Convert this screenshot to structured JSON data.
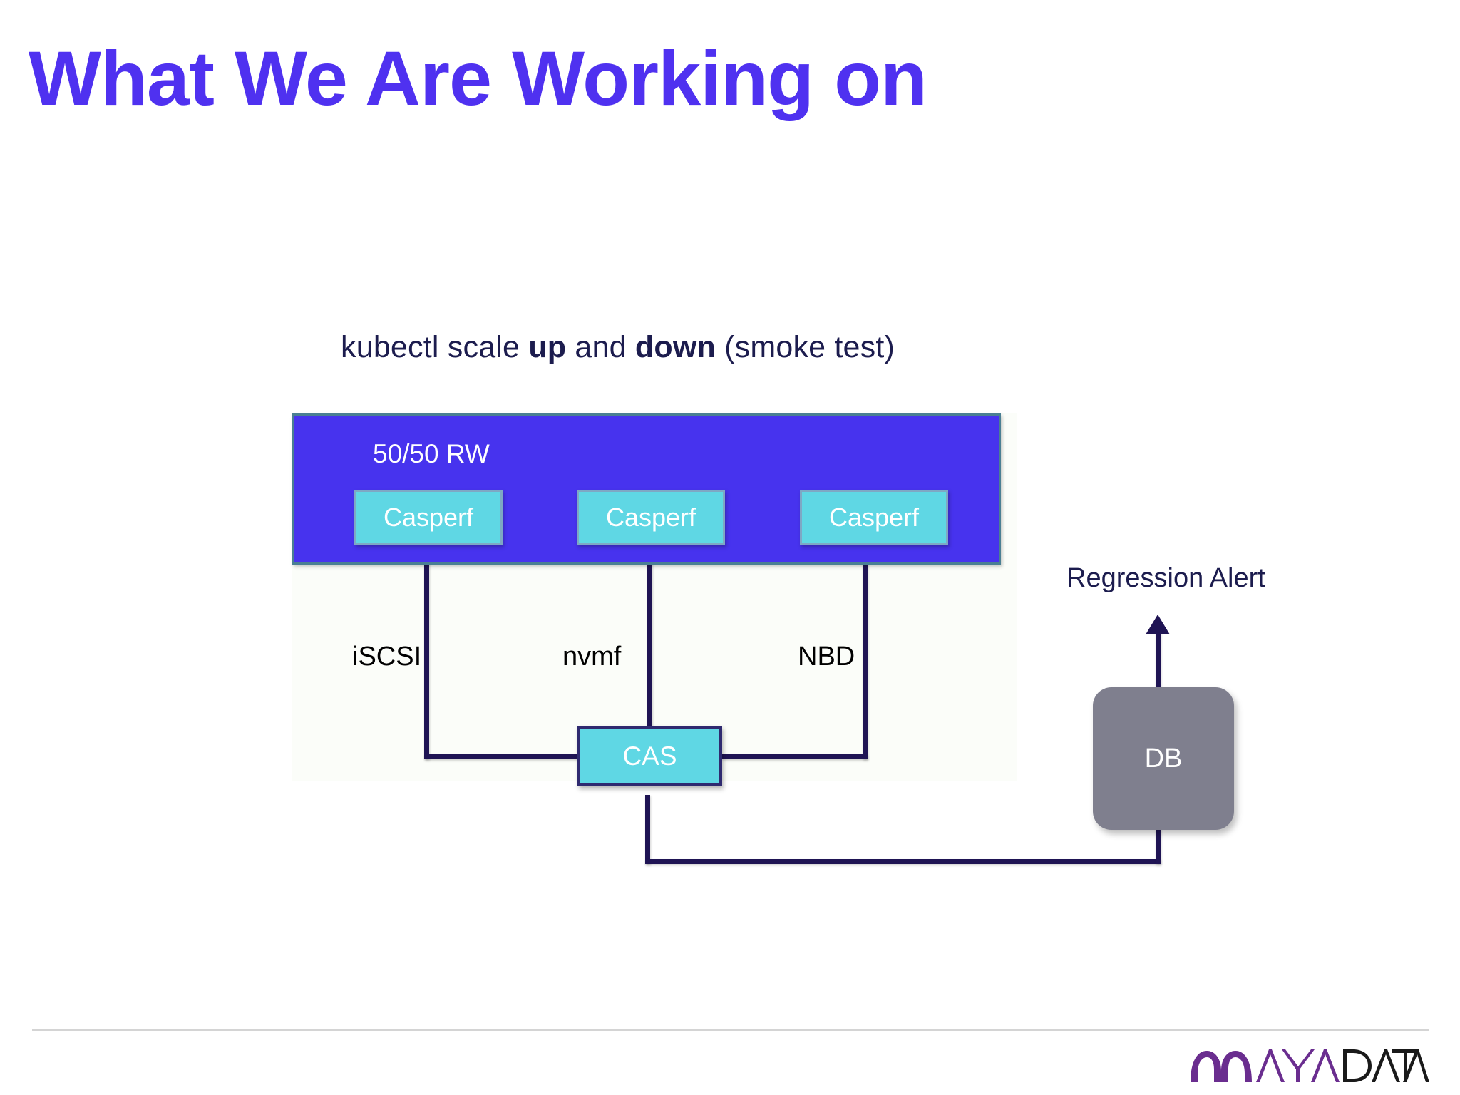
{
  "slide": {
    "title": "What We Are Working on",
    "caption": {
      "part1": "kubectl scale ",
      "bold1": "up",
      "part2": " and ",
      "bold2": "down",
      "part3": " (smoke test)"
    }
  },
  "diagram": {
    "workload_box": {
      "label": "50/50 RW",
      "color": "#4733ee",
      "border_color": "#4a7f93",
      "clients": [
        {
          "label": "Casperf"
        },
        {
          "label": "Casperf"
        },
        {
          "label": "Casperf"
        }
      ]
    },
    "protocols": [
      {
        "label": "iSCSI"
      },
      {
        "label": "nvmf"
      },
      {
        "label": "NBD"
      }
    ],
    "cas": {
      "label": "CAS",
      "color": "#5fd7e4",
      "border_color": "#2f2a70"
    },
    "db": {
      "label": "DB",
      "color": "#7f7f8e"
    },
    "alert": {
      "label": "Regression Alert"
    },
    "wire_color": "#1f1454",
    "accent_color": "#4f31f0",
    "text_color": "#1c1c4e"
  },
  "footer": {
    "logo": {
      "maya_text": "MAYA",
      "data_text": "DATA",
      "maya_color": "#6a2d8f",
      "data_color": "#1a1a1a"
    }
  }
}
